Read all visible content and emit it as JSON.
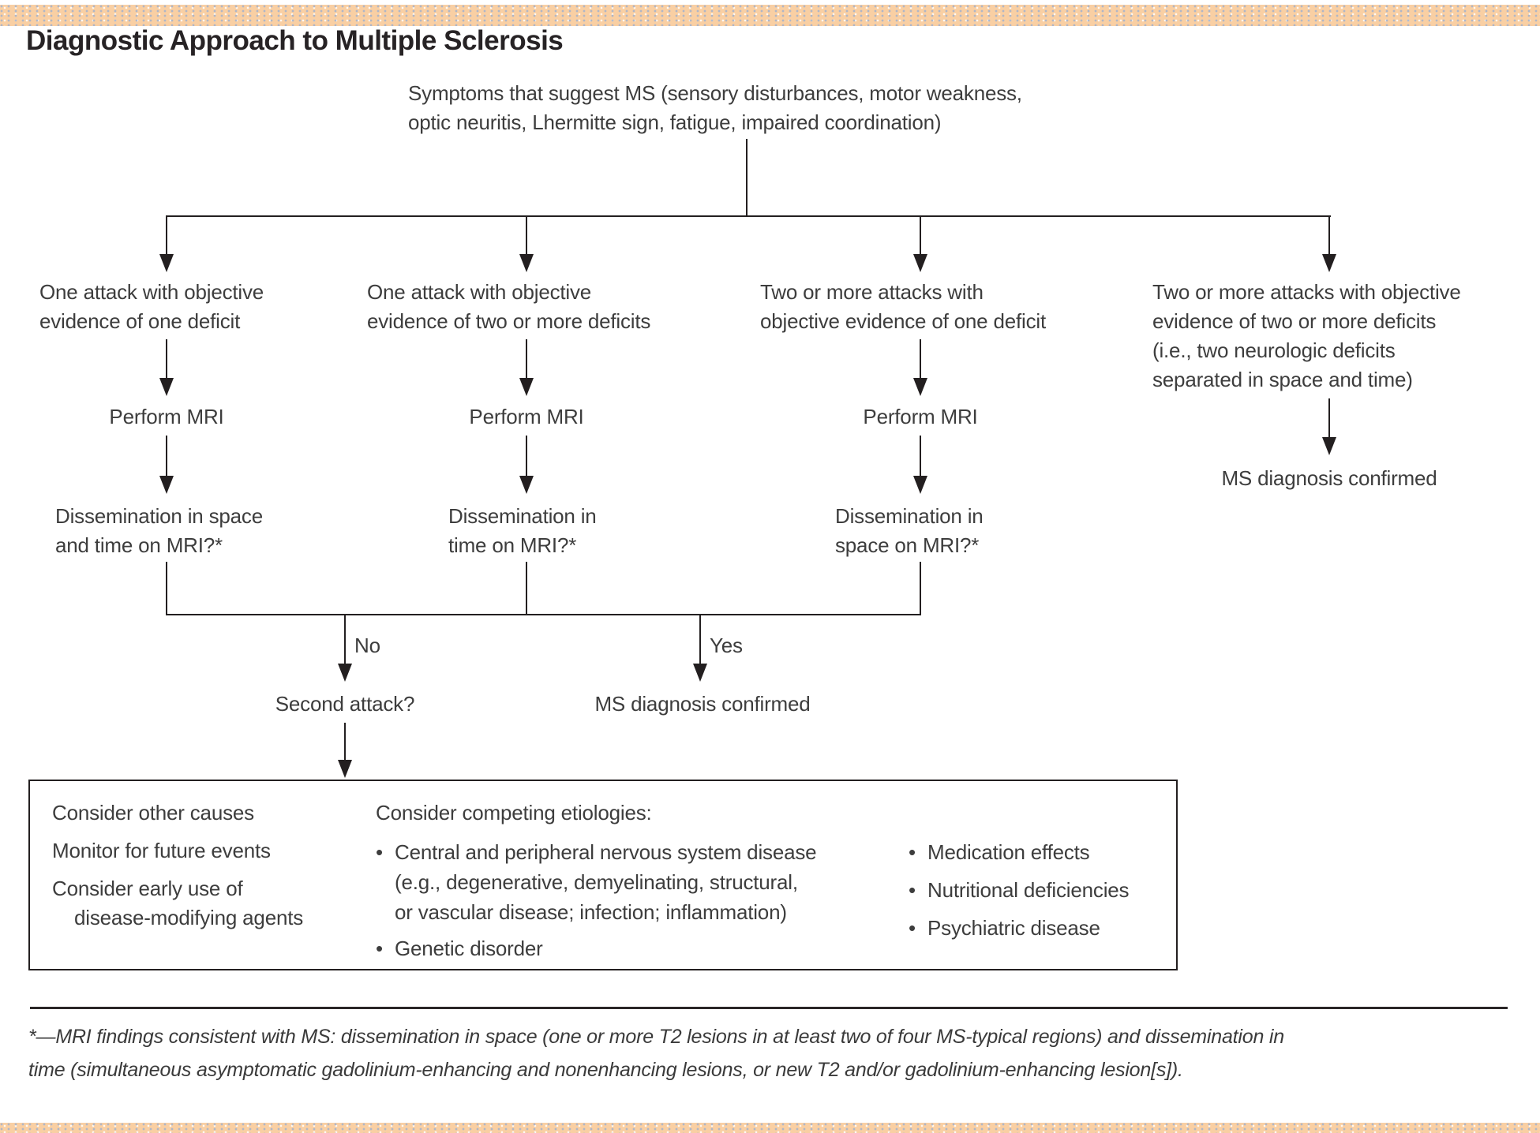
{
  "page": {
    "title": "Diagnostic Approach to Multiple Sclerosis"
  },
  "colors": {
    "accent_bar": "#f9cfa3",
    "speckle": "#a3b1cc",
    "line": "#231f20",
    "text": "#3d3d3d"
  },
  "icons": {
    "bullet": "•"
  },
  "flow": {
    "root": {
      "line1": "Symptoms that suggest MS (sensory disturbances, motor weakness,",
      "line2": "optic neuritis, Lhermitte sign, fatigue, impaired coordination)"
    },
    "branch1": {
      "l1": "One attack with objective",
      "l2": "evidence of one deficit",
      "action": "Perform MRI",
      "q1": "Dissemination in space",
      "q2": "and time on MRI?*"
    },
    "branch2": {
      "l1": "One attack with objective",
      "l2": "evidence of two or more deficits",
      "action": "Perform MRI",
      "q1": "Dissemination in",
      "q2": "time on MRI?*"
    },
    "branch3": {
      "l1": "Two or more attacks with",
      "l2": "objective evidence of one deficit",
      "action": "Perform MRI",
      "q1": "Dissemination in",
      "q2": "space on MRI?*"
    },
    "branch4": {
      "l1": "Two or more attacks with objective",
      "l2": "evidence of two or more deficits",
      "l3": "(i.e., two neurologic deficits",
      "l4": "separated in space and time)",
      "outcome": "MS diagnosis confirmed"
    },
    "decision": {
      "no": "No",
      "no_next": "Second attack?",
      "yes": "Yes",
      "yes_next": "MS diagnosis confirmed"
    }
  },
  "box": {
    "col1": {
      "item1": "Consider other causes",
      "item2": "Monitor for future events",
      "item3_l1": "Consider early use of",
      "item3_l2": "disease-modifying agents"
    },
    "col2": {
      "heading": "Consider competing etiologies:",
      "b1_l1": "Central and peripheral nervous system disease",
      "b1_l2": "(e.g., degenerative, demyelinating, structural,",
      "b1_l3": "or vascular disease; infection; inflammation)",
      "b2": "Genetic disorder"
    },
    "col3": {
      "b1": "Medication effects",
      "b2": "Nutritional deficiencies",
      "b3": "Psychiatric disease"
    }
  },
  "footnote": {
    "line1": "*—MRI findings consistent with MS: dissemination in space (one or more T2 lesions in at least two of four MS-typical regions) and dissemination in",
    "line2": "time (simultaneous asymptomatic gadolinium-enhancing and nonenhancing lesions, or new T2 and/or gadolinium-enhancing lesion[s])."
  }
}
